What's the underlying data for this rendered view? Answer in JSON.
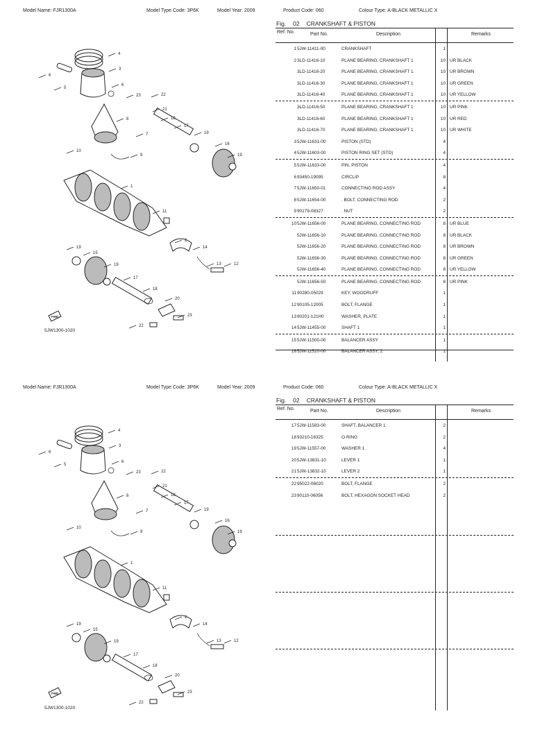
{
  "header": {
    "model_name": "Model Name:  FJR1300A",
    "model_type": "Model Type Code:  3P6K",
    "model_year": "Model Year:  2009",
    "product_code": "Product Code:  060",
    "colour_type": "Colour Type:  A-BLACK METALLIC X"
  },
  "figure": {
    "fig_label": "Fig.",
    "fig_number": "02",
    "title": "CRANKSHAFT & PISTON",
    "diagram_code": "5JW1300-1020",
    "fwd_label": "FWD"
  },
  "columns": {
    "ref": "Ref. No.",
    "part": "Part No.",
    "desc": "Description",
    "remarks": "Remarks"
  },
  "callouts": [
    "4",
    "3",
    "6",
    "5",
    "6",
    "23",
    "22",
    "21",
    "18",
    "17",
    "19",
    "16",
    "19",
    "10",
    "8",
    "9",
    "7",
    "1",
    "11",
    "2",
    "14",
    "13",
    "12",
    "19",
    "15",
    "19",
    "17",
    "18",
    "20",
    "23",
    "22"
  ],
  "page1_rows": [
    {
      "ref": "1",
      "part": "5JW-11411-00",
      "desc": "CRANKSHAFT",
      "qty": "1",
      "rem": "",
      "dash": false
    },
    {
      "ref": "2",
      "part": "3LD-11416-10",
      "desc": "PLANE BEARING, CRANKSHAFT 1",
      "qty": "10",
      "rem": "UR BLACK",
      "dash": false
    },
    {
      "ref": "",
      "part": "3LD-11416-20",
      "desc": "PLANE BEARING, CRANKSHAFT 1",
      "qty": "10",
      "rem": "UR BROWN",
      "dash": false
    },
    {
      "ref": "",
      "part": "3LD-11416-30",
      "desc": "PLANE BEARING, CRANKSHAFT 1",
      "qty": "10",
      "rem": "UR GREEN",
      "dash": false
    },
    {
      "ref": "",
      "part": "3LD-11416-40",
      "desc": "PLANE BEARING, CRANKSHAFT 1",
      "qty": "10",
      "rem": "UR YELLOW",
      "dash": false
    },
    {
      "ref": "",
      "part": "3LD-11416-50",
      "desc": "PLANE BEARING, CRANKSHAFT 1",
      "qty": "10",
      "rem": "UR PINK",
      "dash": true
    },
    {
      "ref": "",
      "part": "3LD-11416-60",
      "desc": "PLANE BEARING, CRANKSHAFT 1",
      "qty": "10",
      "rem": "UR RED",
      "dash": false
    },
    {
      "ref": "",
      "part": "3LD-11416-70",
      "desc": "PLANE BEARING, CRANKSHAFT 1",
      "qty": "10",
      "rem": "UR WHITE",
      "dash": false
    },
    {
      "ref": "3",
      "part": "5JW-11631-00",
      "desc": "PISTON (STD)",
      "qty": "4",
      "rem": "",
      "dash": false
    },
    {
      "ref": "4",
      "part": "5JW-11603-00",
      "desc": "PISTON RING SET (STD)",
      "qty": "4",
      "rem": "",
      "dash": false
    },
    {
      "ref": "5",
      "part": "5JW-11633-00",
      "desc": "PIN, PISTON",
      "qty": "4",
      "rem": "",
      "dash": true
    },
    {
      "ref": "6",
      "part": "93450-19095",
      "desc": "CIRCLIP",
      "qty": "8",
      "rem": "",
      "dash": false
    },
    {
      "ref": "7",
      "part": "5JW-11650-01",
      "desc": "CONNECTING ROD ASSY",
      "qty": "4",
      "rem": "",
      "dash": false
    },
    {
      "ref": "8",
      "part": "5JW-11654-00",
      "desc": ". BOLT, CONNECTING ROD",
      "qty": "2",
      "rem": "",
      "dash": false
    },
    {
      "ref": "9",
      "part": "90179-08327",
      "desc": ". NUT",
      "qty": "2",
      "rem": "",
      "dash": false
    },
    {
      "ref": "10",
      "part": "5JW-11656-00",
      "desc": "PLANE BEARING, CONNECTING ROD",
      "qty": "8",
      "rem": "UR BLUE",
      "dash": true
    },
    {
      "ref": "",
      "part": "5JW-11656-10",
      "desc": "PLANE BEARING, CONNECTING ROD",
      "qty": "8",
      "rem": "UR BLACK",
      "dash": false
    },
    {
      "ref": "",
      "part": "5JW-11656-20",
      "desc": "PLANE BEARING, CONNECTING ROD",
      "qty": "8",
      "rem": "UR BROWN",
      "dash": false
    },
    {
      "ref": "",
      "part": "5JW-11656-30",
      "desc": "PLANE BEARING, CONNECTING ROD",
      "qty": "8",
      "rem": "UR GREEN",
      "dash": false
    },
    {
      "ref": "",
      "part": "5JW-11656-40",
      "desc": "PLANE BEARING, CONNECTING ROD",
      "qty": "8",
      "rem": "UR YELLOW",
      "dash": false
    },
    {
      "ref": "",
      "part": "5JW-11656-50",
      "desc": "PLANE BEARING, CONNECTING ROD",
      "qty": "8",
      "rem": "UR PINK",
      "dash": true
    },
    {
      "ref": "11",
      "part": "90280-05029",
      "desc": "KEY, WOODRUFF",
      "qty": "1",
      "rem": "",
      "dash": false
    },
    {
      "ref": "12",
      "part": "90105-12005",
      "desc": "BOLT, FLANGE",
      "qty": "1",
      "rem": "",
      "dash": false
    },
    {
      "ref": "13",
      "part": "90201-121H0",
      "desc": "WASHER, PLATE",
      "qty": "1",
      "rem": "",
      "dash": false
    },
    {
      "ref": "14",
      "part": "5JW-11455-00",
      "desc": "SHAFT 1",
      "qty": "1",
      "rem": "",
      "dash": false
    },
    {
      "ref": "15",
      "part": "5JW-11500-00",
      "desc": "BALANCER ASSY",
      "qty": "1",
      "rem": "",
      "dash": true
    },
    {
      "ref": "16",
      "part": "5JW-11510-00",
      "desc": "BALANCER ASSY, 2",
      "qty": "1",
      "rem": "",
      "dash": false
    }
  ],
  "page2_rows": [
    {
      "ref": "17",
      "part": "5JW-11583-00",
      "desc": "SHAFT, BALANCER 1",
      "qty": "2",
      "rem": "",
      "dash": false
    },
    {
      "ref": "18",
      "part": "93210-16325",
      "desc": "O-RING",
      "qty": "2",
      "rem": "",
      "dash": false
    },
    {
      "ref": "19",
      "part": "5JW-11557-00",
      "desc": "WASHER 1",
      "qty": "4",
      "rem": "",
      "dash": false
    },
    {
      "ref": "20",
      "part": "5JW-13831-10",
      "desc": "LEVER 1",
      "qty": "1",
      "rem": "",
      "dash": false
    },
    {
      "ref": "21",
      "part": "5JW-13832-10",
      "desc": "LEVER 2",
      "qty": "1",
      "rem": "",
      "dash": false
    },
    {
      "ref": "22",
      "part": "95022-06020",
      "desc": "BOLT, FLANGE",
      "qty": "2",
      "rem": "",
      "dash": true
    },
    {
      "ref": "23",
      "part": "90110-06056",
      "desc": "BOLT, HEXAGON SOCKET HEAD",
      "qty": "2",
      "rem": "",
      "dash": false
    }
  ]
}
